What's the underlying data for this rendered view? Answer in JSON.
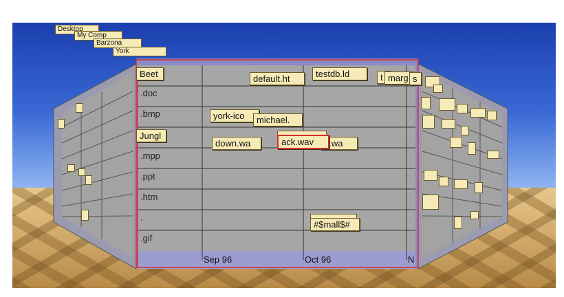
{
  "breadcrumbs": [
    "Desktop",
    "My Comp",
    "Barzona",
    "York"
  ],
  "file_types": [
    ".doc",
    ".bmp",
    ".mpp",
    ".ppt",
    ".htm",
    ".",
    ".gif"
  ],
  "row_tags": [
    "Beet",
    "Jungl"
  ],
  "file_labels": {
    "default": "default.ht",
    "testdb": "testdb.ld",
    "t_partial": "t",
    "marg": "marg",
    "s_partial": "s",
    "york_icon": "york-ico",
    "michael": "michael.",
    "down": "down.wa",
    "ack": "ack.wav",
    "e_wa": "e.wa",
    "mall": "#$mall$#"
  },
  "time_axis": [
    "Sep 96",
    "Oct 96",
    "N"
  ],
  "colors": {
    "wall_face": "#a6a6a6",
    "side_wall": "#9b9bb0",
    "frame": "#8a8ac8",
    "selection": "#d43030",
    "label": "#f6eab6"
  }
}
